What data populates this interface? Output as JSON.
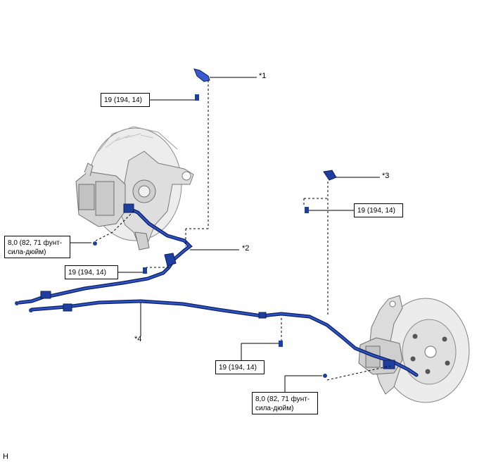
{
  "figure_id": "H",
  "callouts": {
    "c1": "*1",
    "c2": "*2",
    "c3": "*3",
    "c4": "*4"
  },
  "torque_labels": {
    "bolt_top": "19 (194, 14)",
    "bolt_right": "19 (194, 14)",
    "bolt_mid": "19 (194, 14)",
    "bolt_lower": "19 (194, 14)",
    "nut_left_line1": "8,0 (82, 71 фунт-",
    "nut_left_line2": "сила-дюйм)",
    "nut_right_line1": "8,0 (82, 71 фунт-",
    "nut_right_line2": "сила-дюйм)"
  },
  "colors": {
    "cable_blue": "#1f3fa0",
    "cable_dark": "#0d1e5c",
    "part_gray": "#e6e6e6",
    "part_shade": "#b9b9b9",
    "line": "#000000"
  }
}
